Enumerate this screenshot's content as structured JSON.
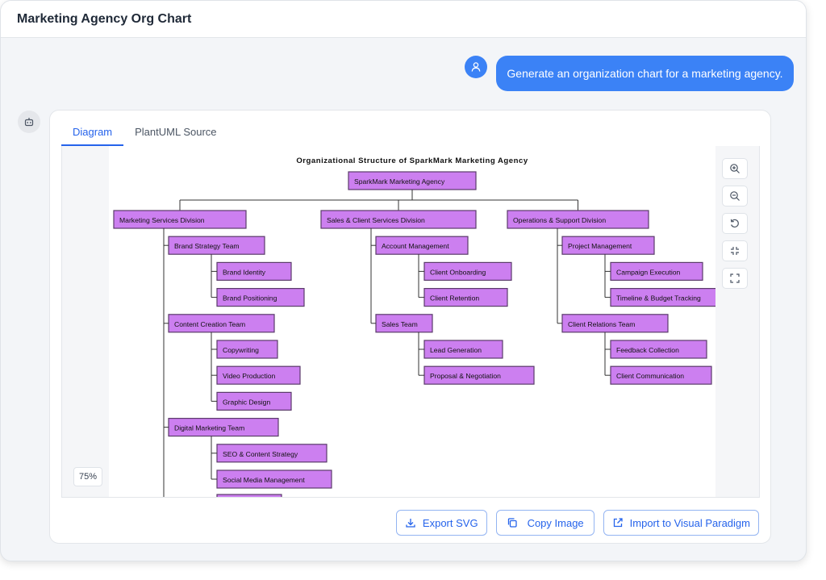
{
  "app": {
    "title": "Marketing Agency Org Chart"
  },
  "chat": {
    "user_message": "Generate an organization chart for a marketing agency."
  },
  "card": {
    "tabs": [
      {
        "label": "Diagram",
        "active": true
      },
      {
        "label": "PlantUML Source",
        "active": false
      }
    ],
    "zoom_level": "75%",
    "controls": [
      "zoom-in-icon",
      "zoom-out-icon",
      "reset-icon",
      "fit-icon",
      "fullscreen-icon"
    ],
    "actions": [
      {
        "label": "Export SVG",
        "icon": "download-icon"
      },
      {
        "label": "Copy Image",
        "icon": "copy-icon"
      },
      {
        "label": "Import to Visual Paradigm",
        "icon": "external-link-icon"
      }
    ]
  },
  "diagram": {
    "title": "Organizational Structure of SparkMark Marketing Agency",
    "root": "SparkMark Marketing Agency",
    "divisions": [
      {
        "name": "Marketing Services Division",
        "teams": [
          {
            "name": "Brand Strategy Team",
            "items": [
              "Brand Identity",
              "Brand Positioning"
            ]
          },
          {
            "name": "Content Creation Team",
            "items": [
              "Copywriting",
              "Video Production",
              "Graphic Design"
            ]
          },
          {
            "name": "Digital Marketing Team",
            "items": [
              "SEO & Content Strategy",
              "Social Media Management"
            ]
          }
        ]
      },
      {
        "name": "Sales & Client Services Division",
        "teams": [
          {
            "name": "Account Management",
            "items": [
              "Client Onboarding",
              "Client Retention"
            ]
          },
          {
            "name": "Sales Team",
            "items": [
              "Lead Generation",
              "Proposal & Negotiation"
            ]
          }
        ]
      },
      {
        "name": "Operations & Support Division",
        "teams": [
          {
            "name": "Project Management",
            "items": [
              "Campaign Execution",
              "Timeline & Budget Tracking"
            ]
          },
          {
            "name": "Client Relations Team",
            "items": [
              "Feedback Collection",
              "Client Communication"
            ]
          }
        ]
      }
    ],
    "colors": {
      "node_fill": "#cc7ff0",
      "node_border": "#5a3b6a",
      "line": "#333333"
    }
  }
}
